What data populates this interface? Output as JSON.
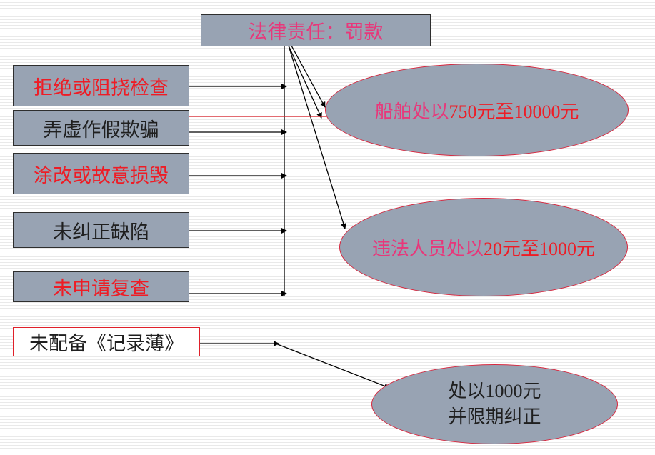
{
  "title": "法律责任：罚款",
  "left_boxes": [
    "拒绝或阻挠检查",
    "弄虚作假欺骗",
    "涂改或故意损毁",
    "未纠正缺陷",
    "未申请复查"
  ],
  "bottom_box": "未配备《记录薄》",
  "ovals": {
    "ship": {
      "text": "船舶处以",
      "amount": "750",
      "mid": "元至",
      "amount2": "10000",
      "tail": "元"
    },
    "person": {
      "text": "违法人员处以",
      "amount": "20",
      "mid": "元至",
      "amount2": "1000",
      "tail": "元"
    },
    "record": {
      "line1_text": "处以",
      "line1_amount": "1000",
      "line1_tail": "元",
      "line2": "并限期纠正"
    }
  },
  "colors": {
    "box_fill": "#98a3b3",
    "red_text": "#ee1c25",
    "pink_text": "#e8377a",
    "oval_border": "#d7263d"
  }
}
